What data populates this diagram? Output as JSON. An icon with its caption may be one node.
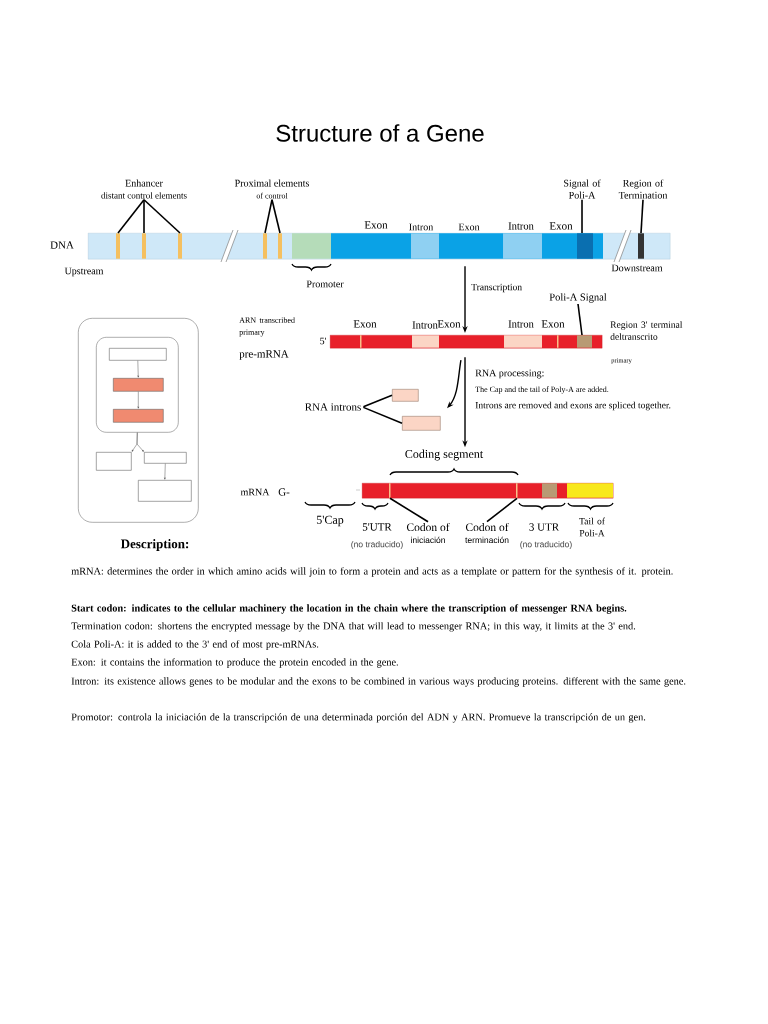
{
  "diagram": {
    "title": "Structure of a Gene",
    "nodes": [
      {
        "text": [
          "Enhancer",
          "distant control elements"
        ]
      },
      {
        "text": [
          "Proximal elements",
          "of control"
        ]
      },
      {
        "text": [
          "Signal of Poli-A"
        ]
      },
      {
        "text": [
          "Region of Termination"
        ]
      },
      {
        "text": [],
        "shape": "bar"
      },
      {
        "text": [],
        "shape": "bar"
      },
      {
        "text": [
          "Poli-A Signal"
        ]
      },
      {
        "text": [],
        "shape": "box"
      },
      {
        "text": [],
        "shape": "box"
      },
      {
        "text": [
          "RNA introns"
        ]
      },
      {
        "text": [],
        "shape": "bar"
      },
      {
        "text": [
          "Codon of",
          "iniciación"
        ]
      },
      {
        "text": [
          "Codon of",
          "terminación"
        ]
      },
      {
        "text": [],
        "shape": "box"
      },
      {
        "text": [],
        "shape": "box",
        "in": 13
      },
      {
        "text": [],
        "shape": "box",
        "in": 14
      },
      {
        "text": [],
        "shape": "box",
        "in": 14
      },
      {
        "text": [],
        "shape": "box",
        "in": 14
      },
      {
        "text": [],
        "shape": "box",
        "in": 13
      },
      {
        "text": [],
        "shape": "box",
        "in": 13
      },
      {
        "text": [],
        "shape": "box",
        "in": 13
      },
      {
        "text": [
          "Coding segment"
        ]
      }
    ],
    "edges": [
      {
        "from": 0,
        "to": 4,
        "arrow": "none"
      },
      {
        "from": 0,
        "to": 4,
        "arrow": "none"
      },
      {
        "from": 0,
        "to": 4,
        "arrow": "none"
      },
      {
        "from": 1,
        "to": 4,
        "arrow": "none"
      },
      {
        "from": 1,
        "to": 4,
        "arrow": "none"
      },
      {
        "from": 2,
        "to": 4,
        "arrow": "none"
      },
      {
        "from": 3,
        "to": 4,
        "arrow": "none"
      },
      {
        "from": 4,
        "to": 5,
        "arrow": "to",
        "label": "Transcription"
      },
      {
        "from": 6,
        "to": 5,
        "arrow": "none"
      },
      {
        "from": 5,
        "to": 21,
        "arrow": "to",
        "label": "RNA processing:"
      },
      {
        "from": 5,
        "to": 8,
        "arrow": "to"
      },
      {
        "from": 9,
        "to": 7,
        "arrow": "none"
      },
      {
        "from": 9,
        "to": 8,
        "arrow": "none"
      },
      {
        "from": 11,
        "to": 10,
        "arrow": "none"
      },
      {
        "from": 12,
        "to": 10,
        "arrow": "none"
      },
      {
        "from": 15,
        "to": 16,
        "arrow": "to"
      },
      {
        "from": 16,
        "to": 17,
        "arrow": "to"
      },
      {
        "from": 14,
        "to": 18,
        "arrow": "to"
      },
      {
        "from": 14,
        "to": 19,
        "arrow": "to"
      },
      {
        "from": 19,
        "to": 20,
        "arrow": "to"
      }
    ],
    "labels": [
      "DNA",
      "Upstream",
      "Promoter",
      "Exon",
      "Intron",
      "Exon",
      "Intron",
      "Exon",
      "Downstream",
      "ARN transcribed primary",
      "pre-mRNA",
      "5'",
      "Exon",
      "Intron",
      "Exon",
      "Intron",
      "Exon",
      "Region 3' terminal deltranscrito",
      "primary",
      "The Cap and the tail of Poly-A are added.",
      "Introns are removed and exons are spliced together.",
      "mRNA",
      "G-",
      "5'Cap",
      "5'UTR",
      "(no traducido)",
      "3 UTR",
      "(no traducido)",
      "Tail of Poli-A",
      "Description:",
      "mRNA: determines the order in which amino acids will join to form a protein and acts as a template or pattern for the synthesis of it. protein.",
      "Start codon: indicates to the cellular machinery the location in the chain where the transcription of messenger RNA begins.",
      "Termination codon: shortens the encrypted message by the DNA that will lead to messenger RNA; in this way, it limits at the 3' end.",
      "Cola Poli-A: it is added to the 3' end of most pre-mRNAs.",
      "Exon: it contains the information to produce the protein encoded in the gene.",
      "Intron: its existence allows genes to be modular and the exons to be combined in various ways producing proteins. different with the same gene.",
      "Promotor: controla la iniciación de la transcripción de una determinada porción del ADN y ARN. Promueve la transcripción de un gen."
    ]
  }
}
